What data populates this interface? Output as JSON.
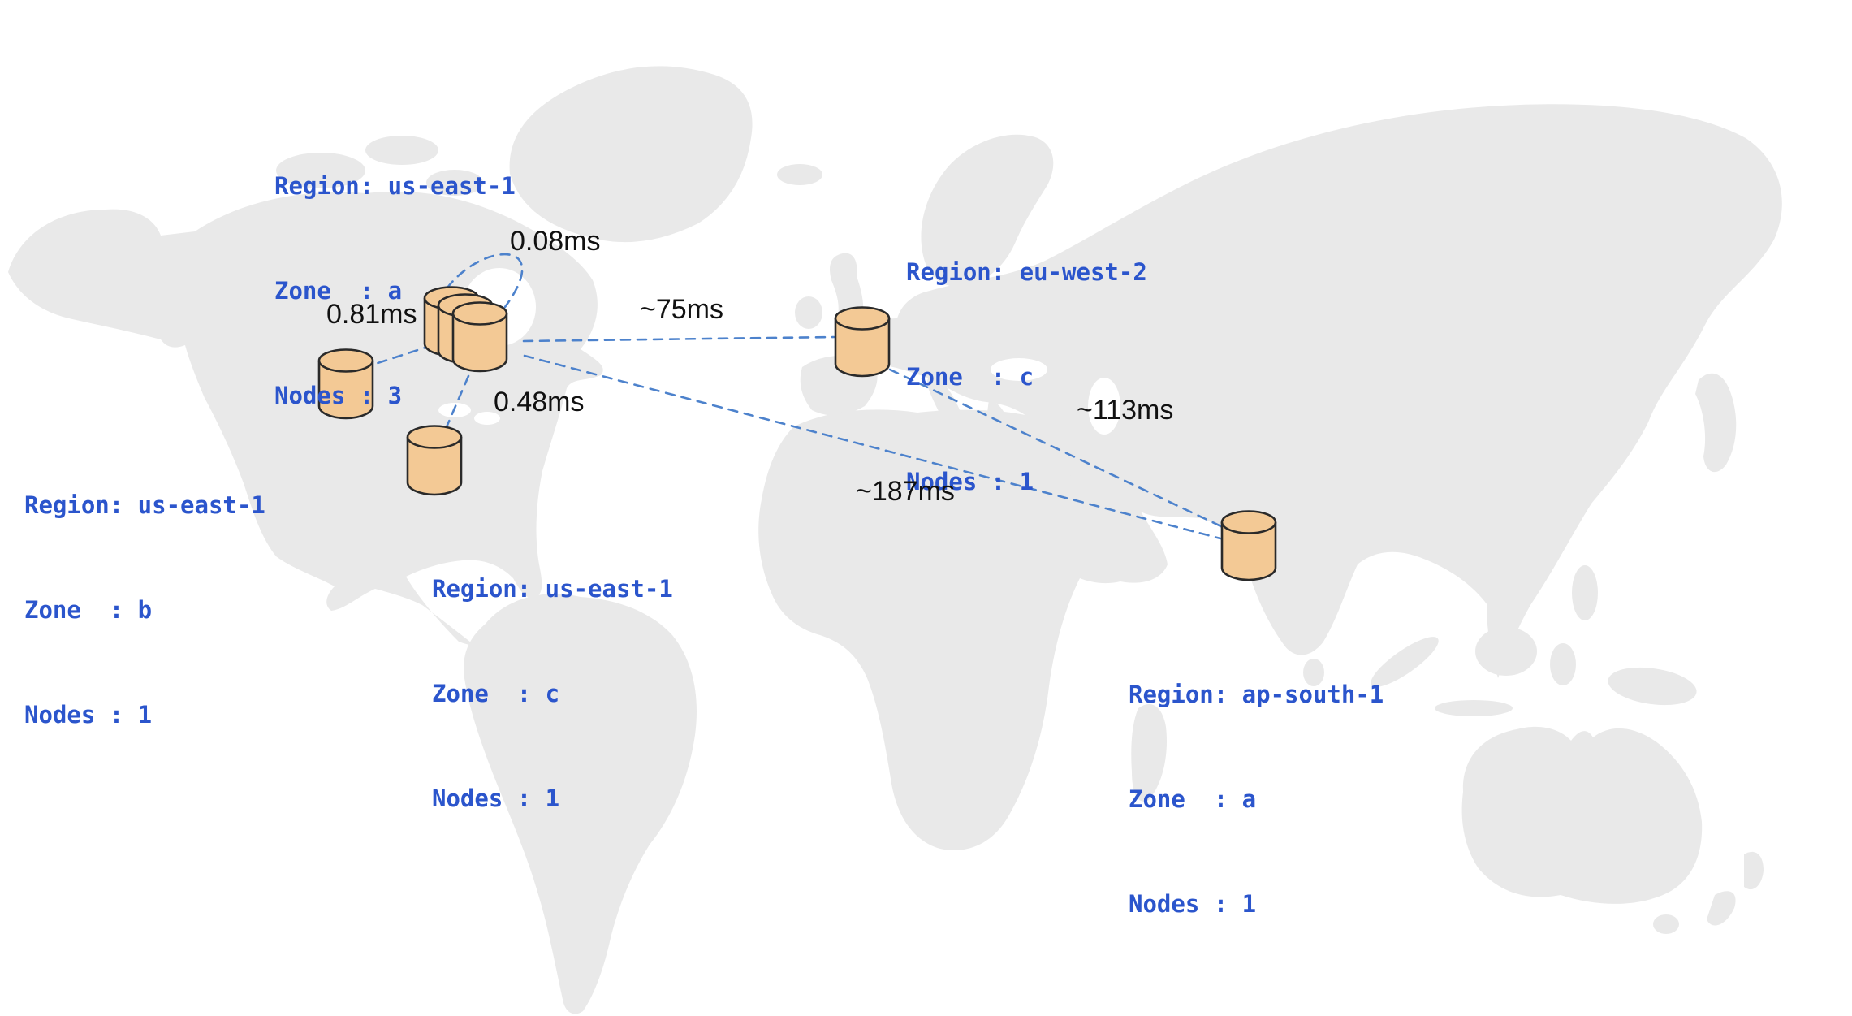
{
  "diagram": {
    "type": "global-database-deployment-map",
    "colors": {
      "region_label_blue": "#2B55CC",
      "latency_text": "#111111",
      "link_line_blue": "#4D82CC",
      "cylinder_fill": "#F3C995",
      "cylinder_stroke": "#2A2A2A",
      "map_land_gray": "#E9E9E9",
      "background": "#FFFFFF"
    }
  },
  "nodes": [
    {
      "id": "us-east-1-a",
      "region_line": "Region: us-east-1",
      "zone_line": "Zone  : a",
      "nodes_line": "Nodes : 3",
      "cylinder_count": 3
    },
    {
      "id": "us-east-1-b",
      "region_line": "Region: us-east-1",
      "zone_line": "Zone  : b",
      "nodes_line": "Nodes : 1",
      "cylinder_count": 1
    },
    {
      "id": "us-east-1-c",
      "region_line": "Region: us-east-1",
      "zone_line": "Zone  : c",
      "nodes_line": "Nodes : 1",
      "cylinder_count": 1
    },
    {
      "id": "eu-west-2-c",
      "region_line": "Region: eu-west-2",
      "zone_line": "Zone  : c",
      "nodes_line": "Nodes : 1",
      "cylinder_count": 1
    },
    {
      "id": "ap-south-1-a",
      "region_line": "Region: ap-south-1",
      "zone_line": "Zone  : a",
      "nodes_line": "Nodes : 1",
      "cylinder_count": 1
    }
  ],
  "latencies": [
    {
      "id": "within-us-east-1-a",
      "label": "0.08ms"
    },
    {
      "id": "us-east-1-a-to-us-east-1-b",
      "label": "0.81ms"
    },
    {
      "id": "us-east-1-a-to-us-east-1-c",
      "label": "0.48ms"
    },
    {
      "id": "us-east-1-to-eu-west-2",
      "label": "~75ms"
    },
    {
      "id": "eu-west-2-to-ap-south-1",
      "label": "~113ms"
    },
    {
      "id": "us-east-1-to-ap-south-1",
      "label": "~187ms"
    }
  ]
}
